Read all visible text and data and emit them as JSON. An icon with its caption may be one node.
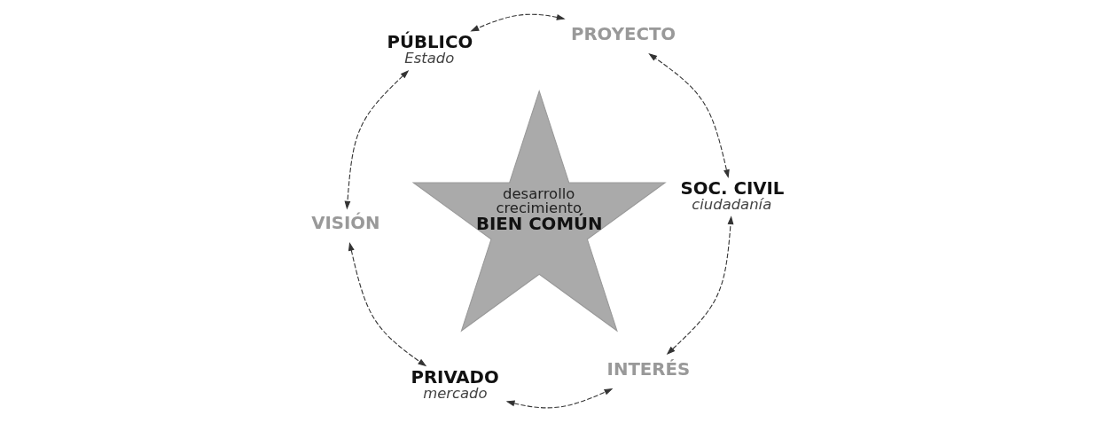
{
  "diagram": {
    "nodes": [
      {
        "text": [
          "VISIÓN"
        ]
      },
      {
        "text": [
          "PRIVADO",
          "mercado"
        ]
      },
      {
        "text": [
          "INTERÉS"
        ]
      },
      {
        "text": [
          "SOC. CIVIL",
          "ciudadanía"
        ]
      },
      {
        "text": [
          "PROYECTO"
        ]
      },
      {
        "text": [
          "PÚBLICO",
          "Estado"
        ]
      },
      {
        "text": [
          "desarrollo",
          "crecimiento",
          "BIEN COMÚN"
        ]
      }
    ],
    "edges": [
      {
        "from": 0,
        "to": 1,
        "arrow": "both",
        "style": "dashed"
      },
      {
        "from": 1,
        "to": 2,
        "arrow": "both",
        "style": "dashed"
      },
      {
        "from": 2,
        "to": 3,
        "arrow": "both",
        "style": "dashed"
      },
      {
        "from": 3,
        "to": 4,
        "arrow": "both",
        "style": "dashed"
      },
      {
        "from": 4,
        "to": 5,
        "arrow": "both",
        "style": "dashed"
      },
      {
        "from": 5,
        "to": 0,
        "arrow": "both",
        "style": "dashed"
      }
    ]
  }
}
